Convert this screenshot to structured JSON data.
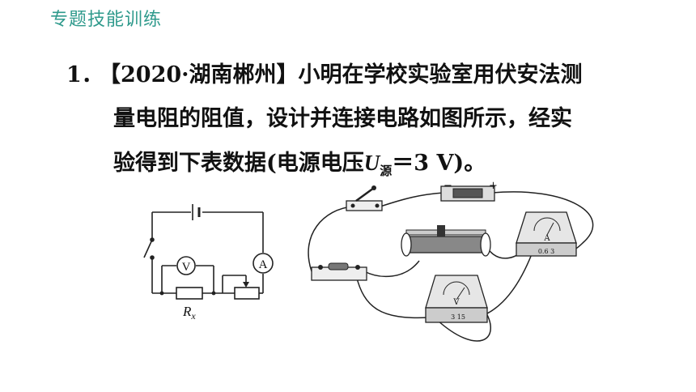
{
  "header": {
    "title": "专题技能训练"
  },
  "question": {
    "number": "1．",
    "line1": "【2020·湖南郴州】小明在学校实验室用伏安法测",
    "line2": "量电阻的阻值，设计并连接电路如图所示，经实",
    "line3_pre": "验得到下表数据(电源电压",
    "var_u": "U",
    "var_sub": "源",
    "line3_post": "＝3 V)。"
  },
  "circuit": {
    "voltmeter_symbol": "V",
    "ammeter_symbol": "A",
    "resistor_label": "R",
    "resistor_sub": "x"
  },
  "apparatus": {
    "ammeter_face": "A",
    "ammeter_terminals": "0.6  3",
    "voltmeter_face": "V",
    "voltmeter_terminals": "3  15",
    "battery_minus": "−",
    "battery_plus": "+"
  }
}
